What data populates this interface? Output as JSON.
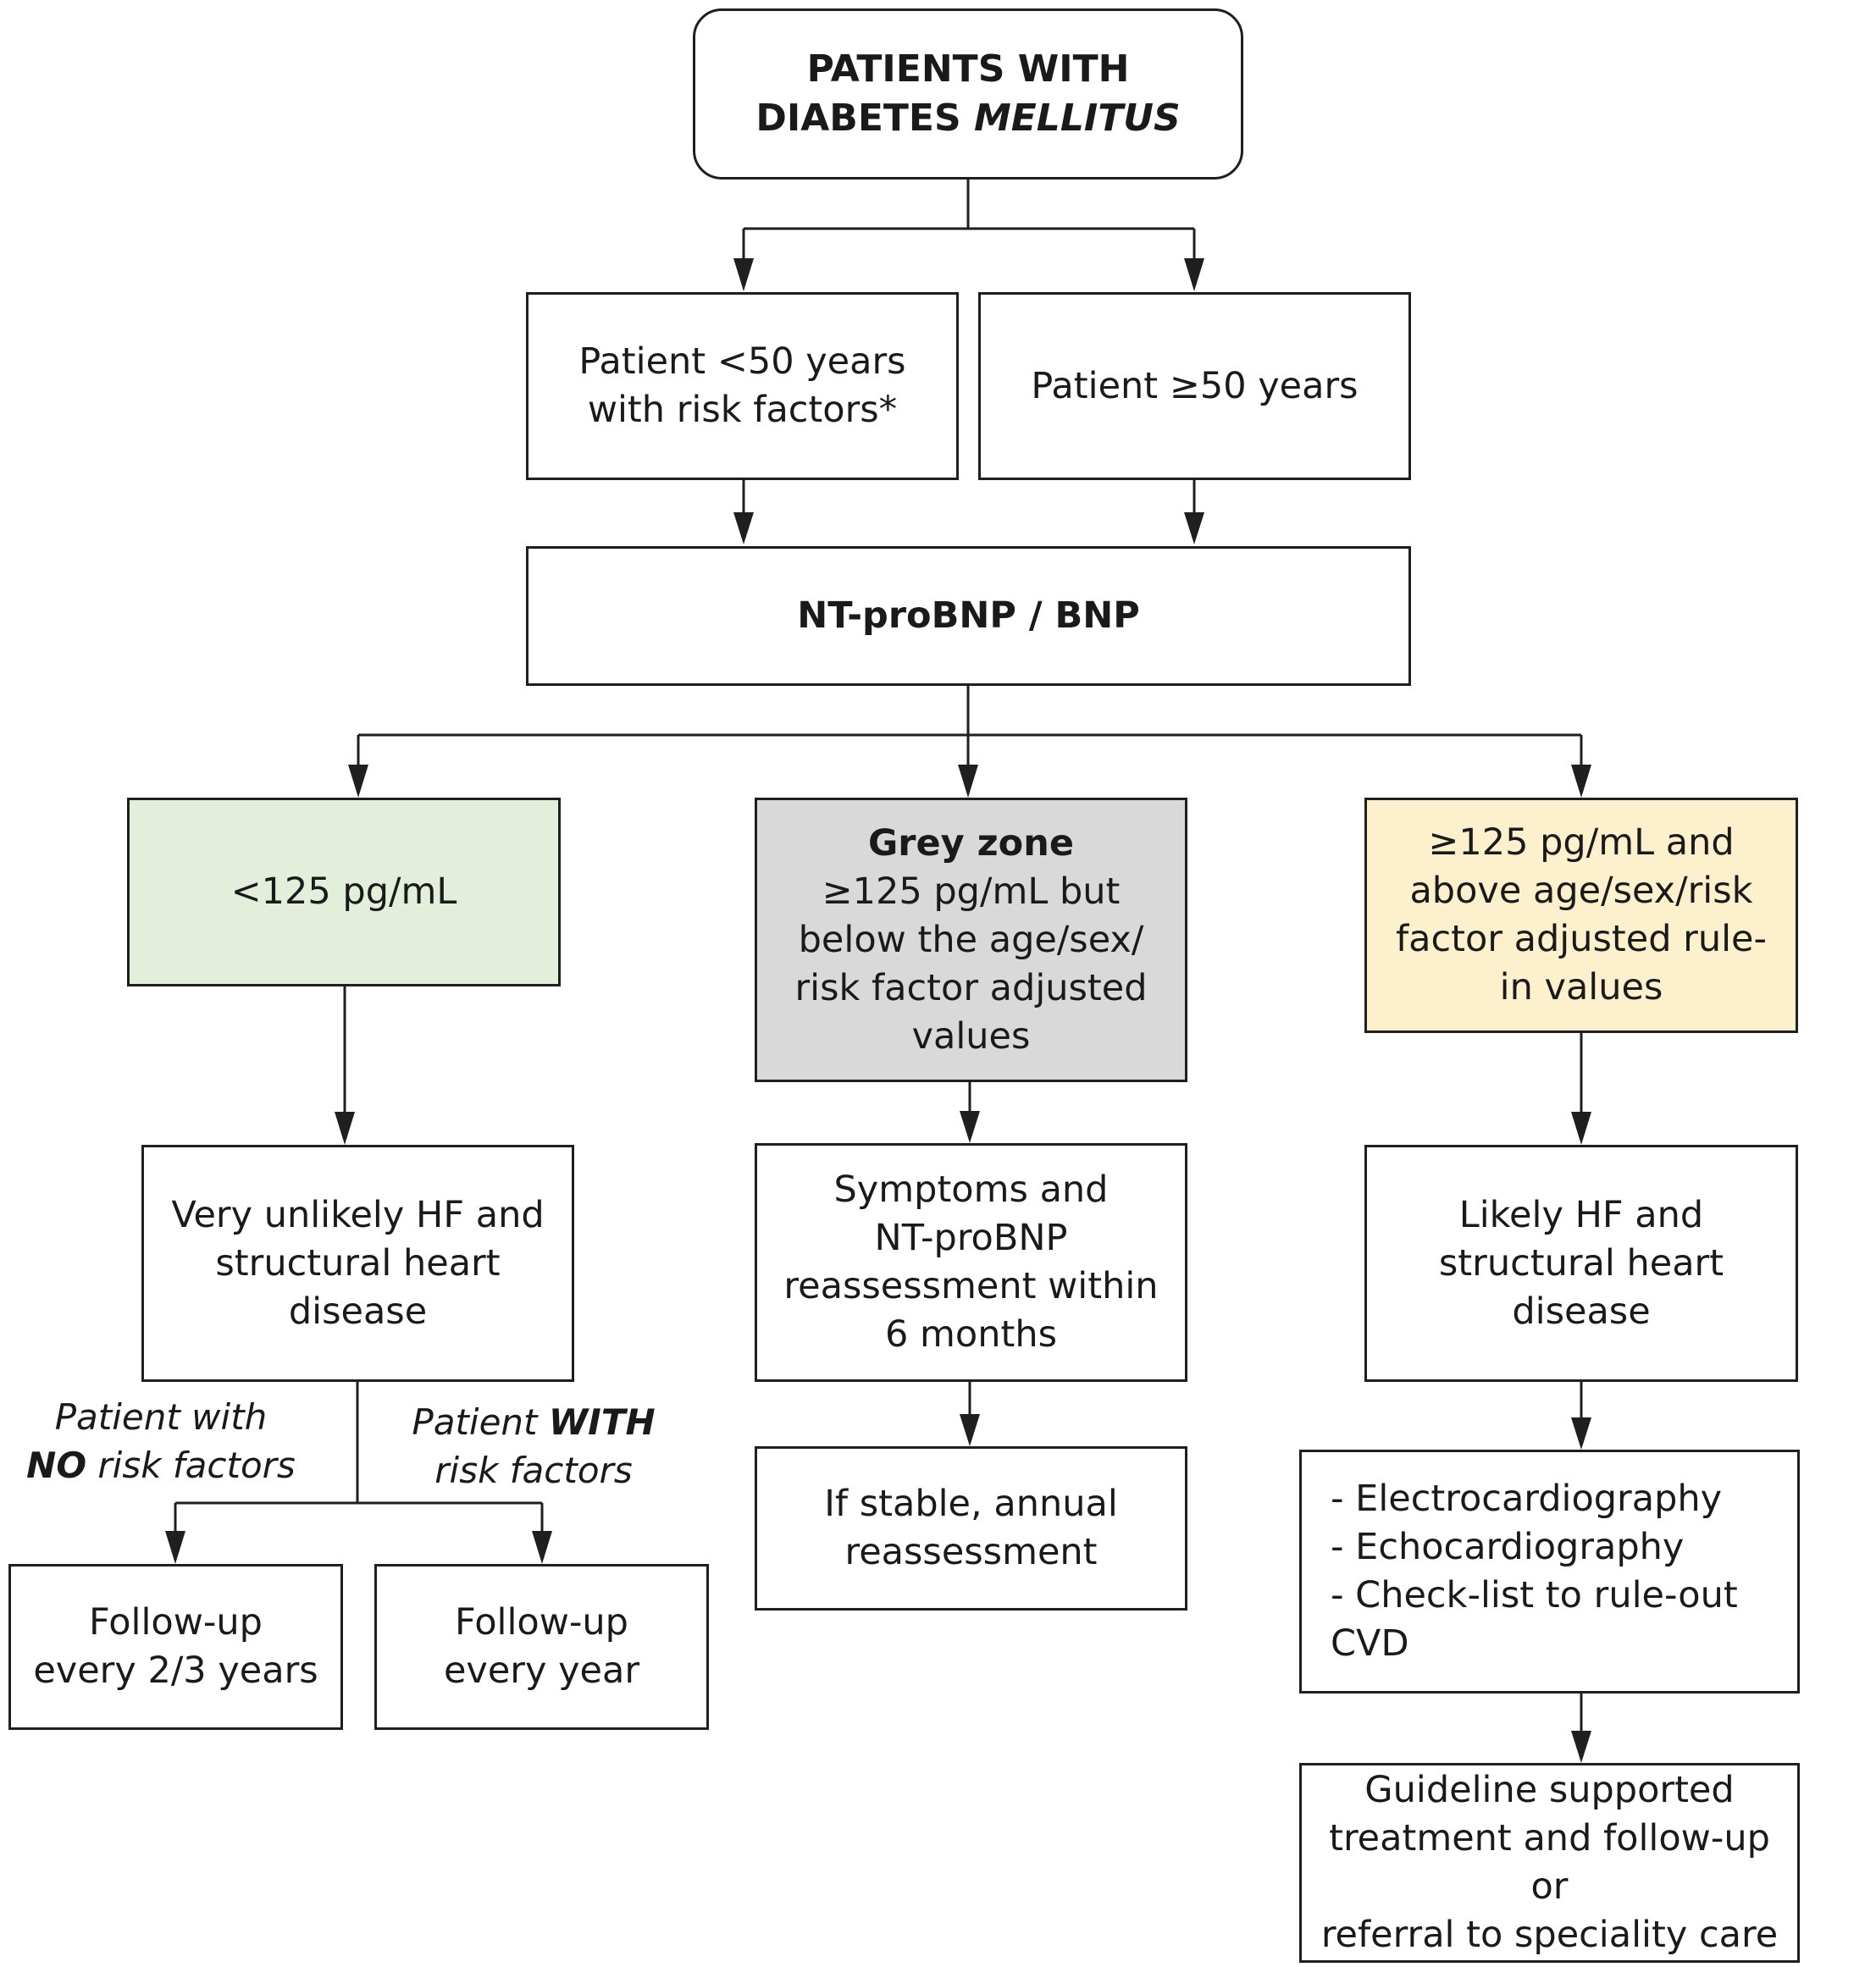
{
  "start": {
    "line1": "PATIENTS WITH",
    "line2_a": "DIABETES ",
    "line2_b": "MELLITUS"
  },
  "age_under": {
    "line1": "Patient <50 years",
    "line2": "with risk factors*"
  },
  "age_over": {
    "line1": "Patient ≥50 years"
  },
  "test": {
    "label": "NT-proBNP / BNP"
  },
  "low": {
    "label": "<125 pg/mL"
  },
  "grey": {
    "title": "Grey zone",
    "l1": "≥125 pg/mL but",
    "l2": "below the age/sex/",
    "l3": "risk factor adjusted",
    "l4": "values"
  },
  "high": {
    "l1": "≥125 pg/mL and",
    "l2": "above age/sex/risk",
    "l3": "factor adjusted rule-",
    "l4": "in values"
  },
  "unlikely": {
    "l1": "Very unlikely HF and",
    "l2": "structural heart",
    "l3": "disease"
  },
  "reassess": {
    "l1": "Symptoms and",
    "l2": "NT-proBNP",
    "l3": "reassessment within",
    "l4": "6 months"
  },
  "likely": {
    "l1": "Likely HF and",
    "l2": "structural heart",
    "l3": "disease"
  },
  "annual": {
    "l1": "If stable, annual",
    "l2": "reassessment"
  },
  "exams": {
    "l1": "- Electrocardiography",
    "l2": "- Echocardiography",
    "l3": "- Check-list to rule-out CVD"
  },
  "guideline": {
    "l1": "Guideline supported",
    "l2": "treatment and follow-up or",
    "l3": "referral to speciality care"
  },
  "no_rf_label": {
    "l1": "Patient with",
    "l2_bold": "NO",
    "l2_rest": " risk factors"
  },
  "with_rf_label": {
    "l1_a": "Patient ",
    "l1_bold": "WITH",
    "l2": "risk factors"
  },
  "followup_23": {
    "l1": "Follow-up",
    "l2": "every 2/3 years"
  },
  "followup_1": {
    "l1": "Follow-up",
    "l2": "every year"
  }
}
